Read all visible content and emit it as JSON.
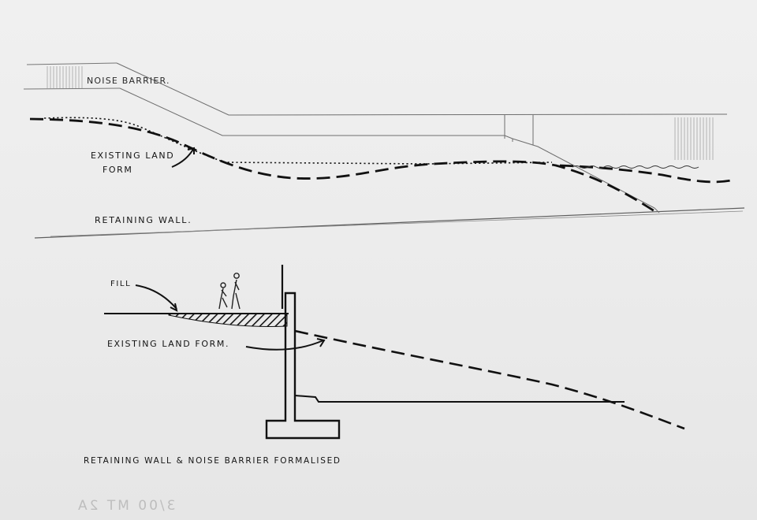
{
  "upper_section": {
    "noise_barrier_label": "NOISE BARRIER.",
    "existing_land_form_label_line1": "EXISTING LAND",
    "existing_land_form_label_line2": "FORM",
    "retaining_wall_label": "RETAINING WALL."
  },
  "lower_section": {
    "fill_label": "FILL",
    "existing_land_form_label": "EXISTING LAND FORM."
  },
  "caption": "RETAINING WALL & NOISE BARRIER FORMALISED",
  "reference_mark": "3/00 MT 2A",
  "colors": {
    "paper": "#ececec",
    "ink": "#141414",
    "pencil": "#6e6e6e",
    "faint_pencil": "#9c9c9c"
  }
}
